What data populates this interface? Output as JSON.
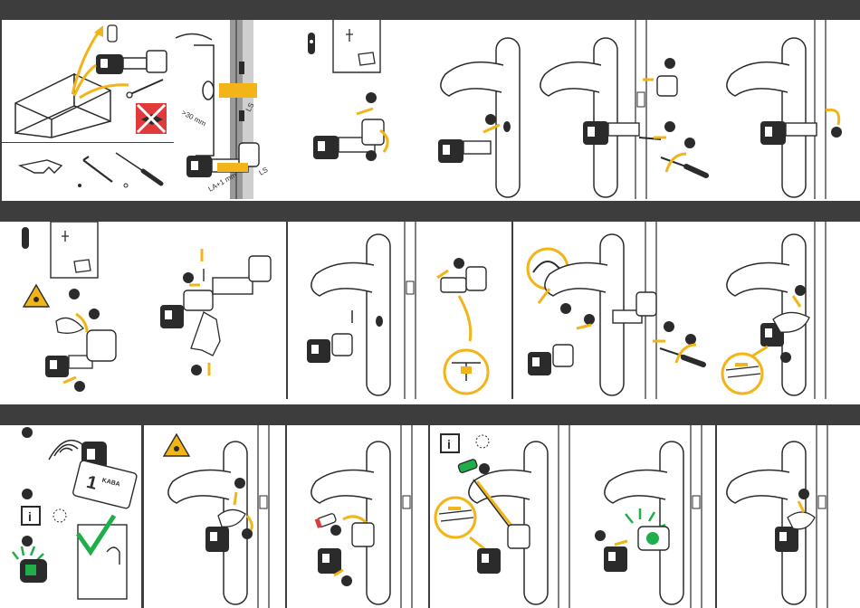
{
  "brand": {
    "card_logo": "KABA",
    "card_number": "1"
  },
  "dimensions": {
    "min_projection": ">30 mm",
    "ls_label": "LS",
    "la_label": "LA+1 mm"
  },
  "colors": {
    "accent": "#f2b417",
    "green": "#1fae4a",
    "danger": "#e03a3a",
    "ink": "#2b2b2b",
    "bar": "#3d3d3d"
  },
  "icons": {
    "info": "info-icon",
    "warning": "warning-triangle-icon",
    "check": "checkmark-icon"
  }
}
